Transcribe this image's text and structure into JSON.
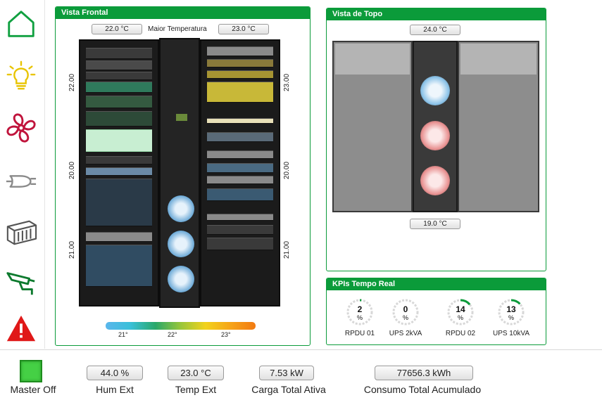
{
  "sidebar": {
    "items": [
      {
        "icon": "home-icon",
        "color": "#10a040"
      },
      {
        "icon": "lightbulb-icon",
        "color": "#e8c400"
      },
      {
        "icon": "fan-icon",
        "color": "#c0143c"
      },
      {
        "icon": "plug-icon",
        "color": "#8a8a8a"
      },
      {
        "icon": "cooling-unit-icon",
        "color": "#555555"
      },
      {
        "icon": "camera-icon",
        "color": "#0d7a2e"
      },
      {
        "icon": "alert-icon",
        "color": "#e01818"
      }
    ]
  },
  "front_view": {
    "title": "Vista Frontal",
    "temp_left": "22.0 °C",
    "temp_center_label": "Maior Temperatura",
    "temp_right": "23.0 °C",
    "left_labels": [
      "22.00",
      "20.00",
      "21.00"
    ],
    "right_labels": [
      "23.00",
      "20.00",
      "21.00"
    ],
    "scale_labels": [
      "21°",
      "22°",
      "23°"
    ]
  },
  "top_view": {
    "title": "Vista de Topo",
    "temp_top": "24.0 °C",
    "temp_bottom": "19.0 °C"
  },
  "kpi": {
    "title": "KPIs Tempo Real",
    "unit": "%",
    "items": [
      {
        "value": "2",
        "label": "RPDU 01",
        "fraction": 0.02
      },
      {
        "value": "0",
        "label": "UPS 2kVA",
        "fraction": 0.0
      },
      {
        "value": "14",
        "label": "RPDU 02",
        "fraction": 0.14
      },
      {
        "value": "13",
        "label": "UPS 10kVA",
        "fraction": 0.13
      }
    ]
  },
  "bottom": {
    "master_label": "Master Off",
    "hum_value": "44.0 %",
    "hum_label": "Hum Ext",
    "temp_value": "23.0 °C",
    "temp_label": "Temp Ext",
    "load_value": "7.53 kW",
    "load_label": "Carga Total Ativa",
    "energy_value": "77656.3 kWh",
    "energy_label": "Consumo Total Acumulado"
  },
  "colors": {
    "accent": "#0b9b3a",
    "gauge_track": "#d8d8d8",
    "gauge_fill": "#0b9b3a"
  }
}
